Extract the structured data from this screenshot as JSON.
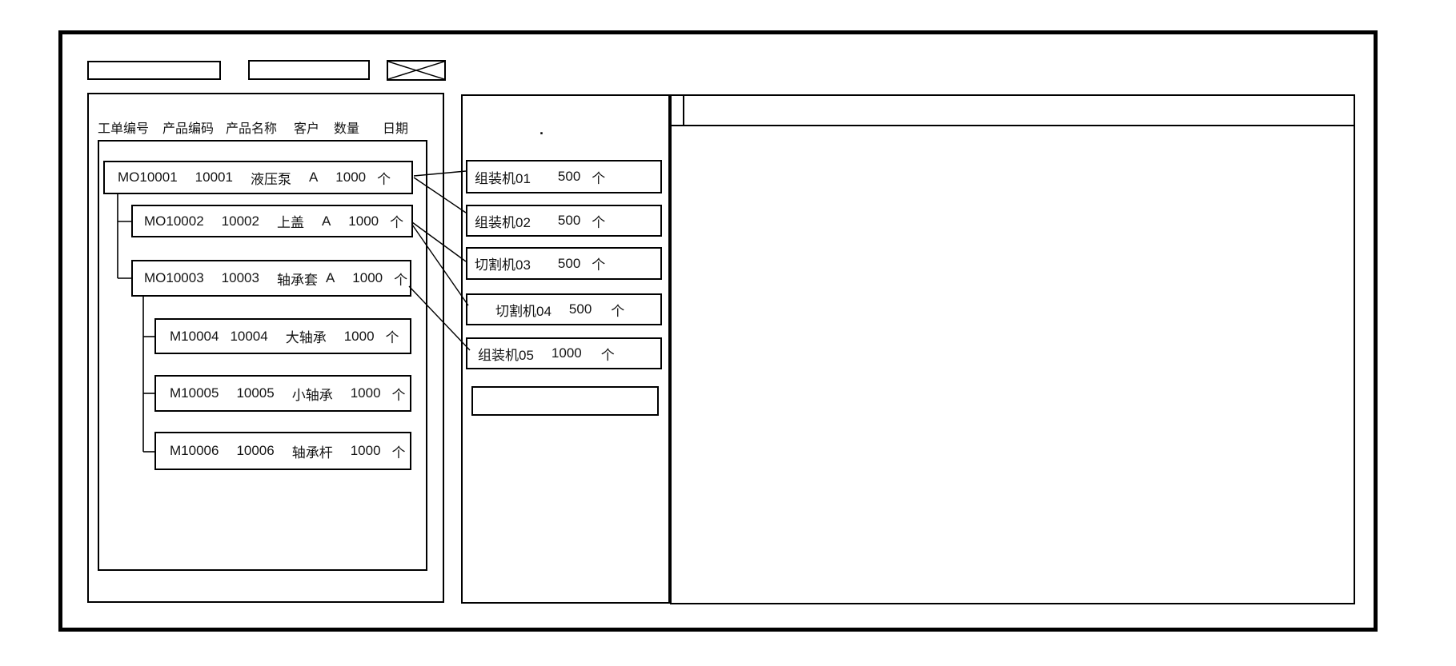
{
  "window": {
    "toolbar": {
      "field1_value": "",
      "field2_value": "",
      "image_placeholder": "x-crossed-box"
    },
    "left_panel": {
      "columns": [
        "工单编号",
        "产品编码",
        "产品名称",
        "客户",
        "数量",
        "日期"
      ],
      "orders": [
        {
          "wo": "MO10001",
          "code": "10001",
          "name": "液压泵",
          "customer": "A",
          "qty": "1000",
          "unit": "个"
        },
        {
          "wo": "MO10002",
          "code": "10002",
          "name": "上盖",
          "customer": "A",
          "qty": "1000",
          "unit": "个"
        },
        {
          "wo": "MO10003",
          "code": "10003",
          "name": "轴承套",
          "customer": "A",
          "qty": "1000",
          "unit": "个"
        },
        {
          "wo": "M10004",
          "code": "10004",
          "name": "大轴承",
          "customer": "",
          "qty": "1000",
          "unit": "个"
        },
        {
          "wo": "M10005",
          "code": "10005",
          "name": "小轴承",
          "customer": "",
          "qty": "1000",
          "unit": "个"
        },
        {
          "wo": "M10006",
          "code": "10006",
          "name": "轴承杆",
          "customer": "",
          "qty": "1000",
          "unit": "个"
        }
      ]
    },
    "machine_panel": {
      "dot": ".",
      "machines": [
        {
          "name": "组装机01",
          "qty": "500",
          "unit": "个"
        },
        {
          "name": "组装机02",
          "qty": "500",
          "unit": "个"
        },
        {
          "name": "切割机03",
          "qty": "500",
          "unit": "个"
        },
        {
          "name": "切割机04",
          "qty": "500",
          "unit": "个"
        },
        {
          "name": "组装机05",
          "qty": "1000",
          "unit": "个"
        },
        {
          "name": "",
          "qty": "",
          "unit": ""
        }
      ]
    },
    "right_panel": {
      "content": ""
    },
    "colors": {
      "line": "#000000",
      "text": "#141414",
      "background": "#ffffff"
    }
  }
}
